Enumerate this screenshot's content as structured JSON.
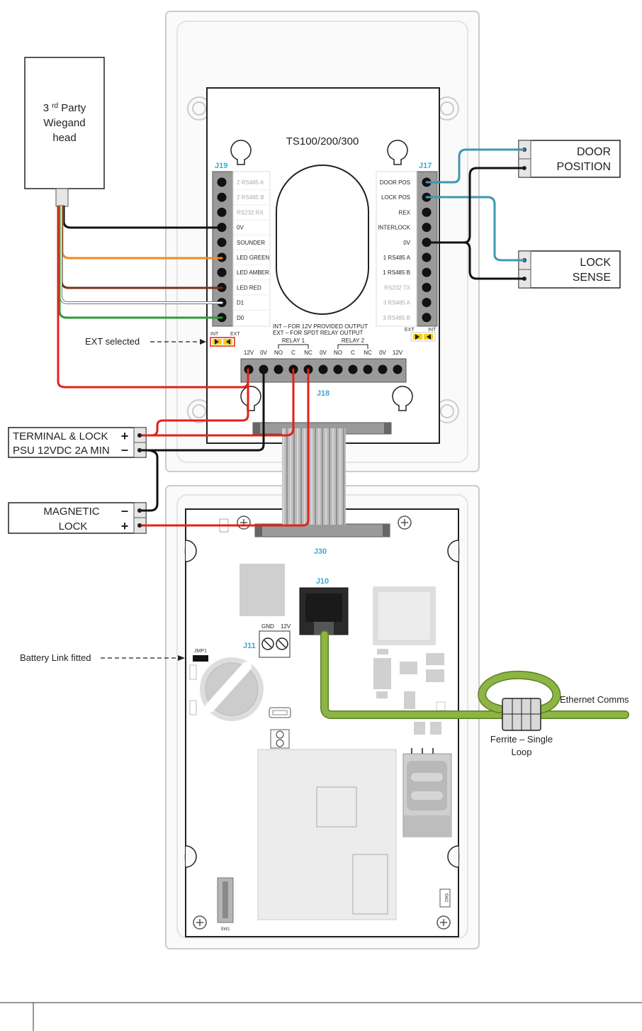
{
  "board_title": "TS100/200/300",
  "wiegand": {
    "line1": "3rd Party",
    "line2": "Wiegand",
    "line3": "head"
  },
  "j19": {
    "label": "J19",
    "pins": [
      "2 RS485 A",
      "2 RS485 B",
      "RS232 RX",
      "0V",
      "SOUNDER",
      "LED GREEN",
      "LED AMBER",
      "LED RED",
      "D1",
      "D0"
    ],
    "pin_dim": [
      true,
      true,
      true,
      false,
      false,
      false,
      false,
      false,
      false,
      false
    ]
  },
  "j17": {
    "label": "J17",
    "pins": [
      "DOOR POS",
      "LOCK POS",
      "REX",
      "INTERLOCK",
      "0V",
      "1 RS485 A",
      "1 RS485 B",
      "RS232 TX",
      "3 RS485 A",
      "3 RS485 B"
    ],
    "pin_dim": [
      false,
      false,
      false,
      false,
      false,
      false,
      false,
      true,
      true,
      true
    ]
  },
  "door_position": {
    "line1": "DOOR",
    "line2": "POSITION"
  },
  "lock_sense": {
    "line1": "LOCK",
    "line2": "SENSE"
  },
  "ext_selected": "EXT selected",
  "jumper_labels": {
    "int": "INT",
    "ext": "EXT"
  },
  "notes": {
    "line1": "INT – FOR 12V PROVIDED OUTPUT",
    "line2": "EXT – FOR SPDT RELAY OUTPUT"
  },
  "relay1": "RELAY 1",
  "relay2": "RELAY 2",
  "j18": {
    "label": "J18",
    "pins": [
      "12V",
      "0V",
      "NO",
      "C",
      "NC",
      "0V",
      "NO",
      "C",
      "NC",
      "0V",
      "12V"
    ]
  },
  "psu": {
    "line1": "TERMINAL & LOCK",
    "line2": "PSU 12VDC 2A MIN",
    "plus": "+",
    "minus": "–"
  },
  "maglock": {
    "line1": "MAGNETIC",
    "line2": "LOCK",
    "plus": "+",
    "minus": "–"
  },
  "j30": "J30",
  "j10": "J10",
  "j11": {
    "label": "J11",
    "gnd": "GND",
    "v12": "12V"
  },
  "jmp1": "JMP1",
  "battery_link": "Battery Link fitted",
  "ethernet": "Ethernet Comms",
  "ferrite": {
    "line1": "Ferrite – Single",
    "line2": "Loop"
  },
  "sw1": "SW1",
  "sw2": "SW2",
  "colors": {
    "red": "#e32119",
    "black": "#111111",
    "orange": "#f08a24",
    "brown": "#7b2e1c",
    "green": "#2f9a3a",
    "blue": "#3e97b3",
    "cable": "#8db544",
    "cyan_label": "#3ea9d1"
  }
}
